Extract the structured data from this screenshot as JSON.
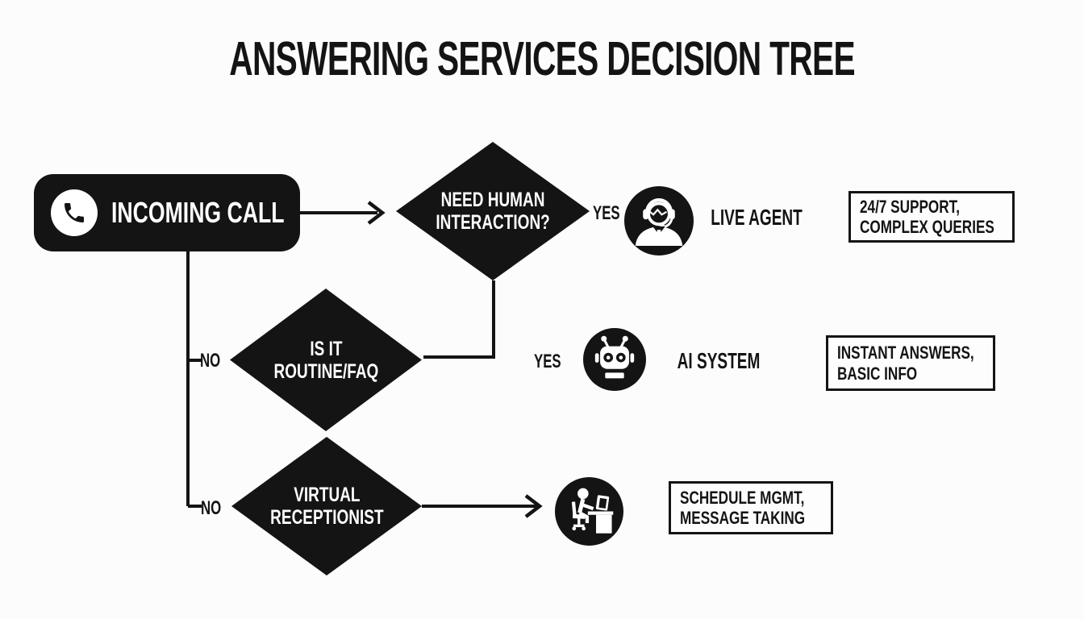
{
  "title": "ANSWERING SERVICES DECISION TREE",
  "colors": {
    "ink": "#141414",
    "background": "#fcfcfc",
    "text_on_ink": "#ffffff"
  },
  "flow": {
    "start": {
      "label": "INCOMING CALL",
      "icon": "phone-icon"
    },
    "decisions": [
      {
        "id": "need-human-interaction",
        "line1": "NEED HUMAN",
        "line2": "INTERACTION?"
      },
      {
        "id": "is-it-routine-faq",
        "line1": "IS IT",
        "line2": "ROUTINE/FAQ"
      },
      {
        "id": "virtual-receptionist",
        "line1": "VIRTUAL",
        "line2": "RECEPTIONIST"
      }
    ],
    "edge_labels": {
      "yes_row1": "YES",
      "yes_row2": "YES",
      "no_row2": "NO",
      "no_row3": "NO"
    },
    "outcomes": [
      {
        "icon": "support-agent-icon",
        "label": "LIVE AGENT",
        "box_line1": "24/7 SUPPORT,",
        "box_line2": "COMPLEX QUERIES"
      },
      {
        "icon": "robot-icon",
        "label": "AI SYSTEM",
        "box_line1": "INSTANT ANSWERS,",
        "box_line2": "BASIC INFO"
      },
      {
        "icon": "desk-person-icon",
        "box_line1": "SCHEDULE MGMT,",
        "box_line2": "MESSAGE TAKING"
      }
    ]
  }
}
